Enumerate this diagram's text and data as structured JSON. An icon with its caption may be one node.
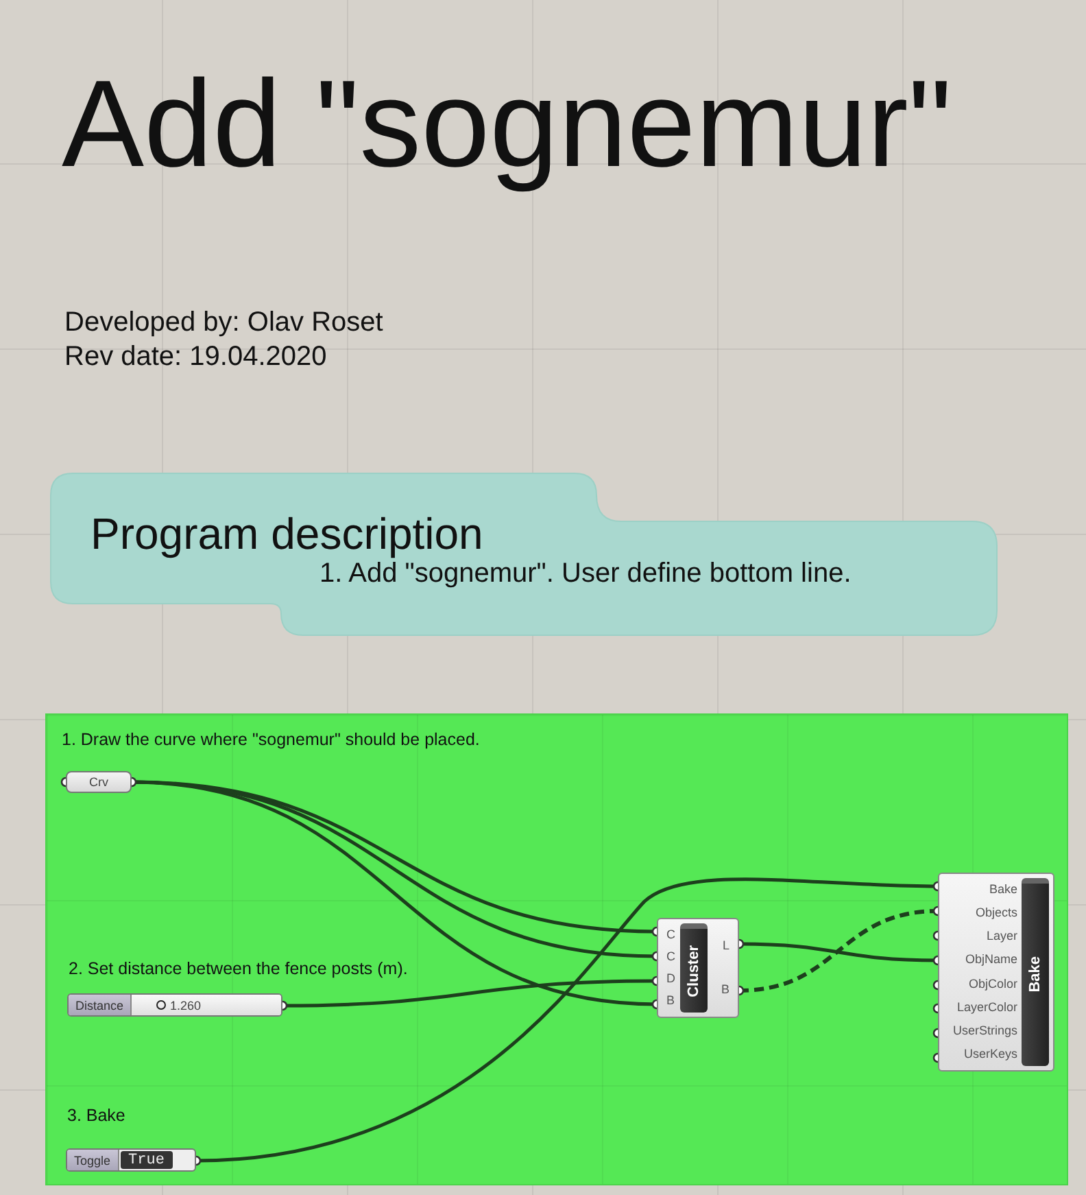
{
  "diagram": {
    "title": "Add \"sognemur\"",
    "nodes": [
      {
        "text": [
          "Program description",
          "1. Add \"sognemur\". User define bottom line."
        ]
      },
      {
        "text": [],
        "shape": "box"
      },
      {
        "text": [
          "Crv"
        ],
        "in": 1,
        "beside": [
          "1. Draw the curve where \"sognemur\" should be placed."
        ]
      },
      {
        "text": [
          "Distance",
          "1.260"
        ],
        "in": 1,
        "beside": [
          "2. Set distance between the fence posts (m)."
        ]
      },
      {
        "text": [
          "Toggle",
          "True"
        ],
        "in": 1,
        "beside": [
          "3. Bake"
        ]
      },
      {
        "text": [
          "C",
          "C",
          "D",
          "B",
          "Cluster",
          "L",
          "B"
        ],
        "in": 1
      },
      {
        "text": [
          "Bake",
          "Objects",
          "Layer",
          "ObjName",
          "ObjColor",
          "LayerColor",
          "UserStrings",
          "UserKeys",
          "Bake"
        ],
        "in": 1
      }
    ],
    "edges": [
      {
        "from": 2,
        "to": 5,
        "arrow": "none"
      },
      {
        "from": 2,
        "to": 5,
        "arrow": "none"
      },
      {
        "from": 2,
        "to": 5,
        "arrow": "none"
      },
      {
        "from": 3,
        "to": 5,
        "arrow": "none"
      },
      {
        "from": 4,
        "to": 6,
        "arrow": "none"
      },
      {
        "from": 5,
        "to": 6,
        "arrow": "none"
      },
      {
        "from": 5,
        "to": 6,
        "arrow": "none",
        "style": "dashed"
      }
    ],
    "labels": [
      "Developed by: Olav Roset",
      "Rev date: 19.04.2020"
    ]
  }
}
